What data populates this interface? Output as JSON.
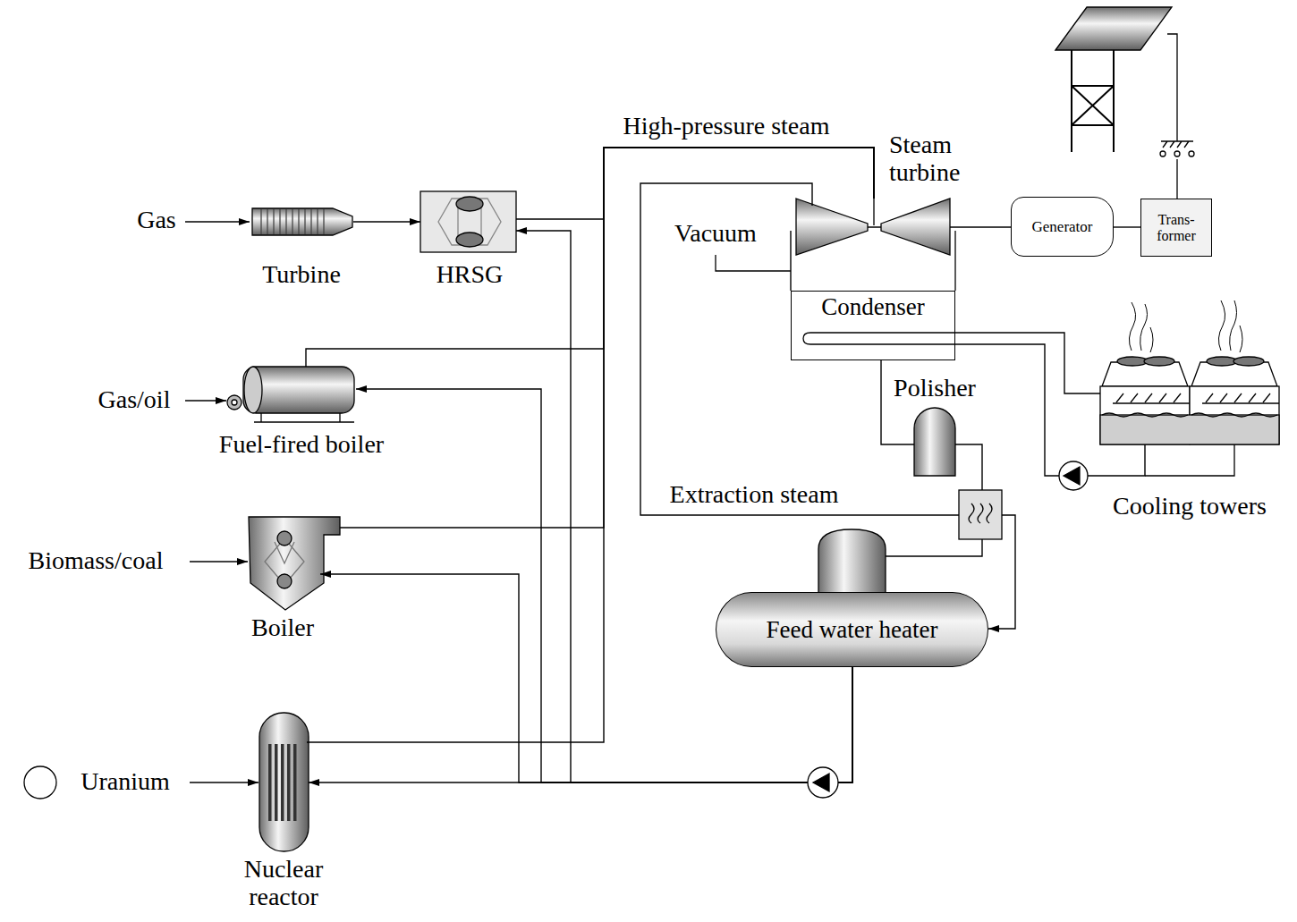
{
  "diagram": {
    "nodes": [
      {
        "text": [
          "Turbine"
        ]
      },
      {
        "text": [
          "HRSG"
        ]
      },
      {
        "text": [
          "Steam turbine"
        ]
      },
      {
        "text": [
          "Generator"
        ]
      },
      {
        "text": [
          "Trans- former"
        ]
      },
      {
        "text": [
          "Condenser"
        ]
      },
      {
        "text": [
          "Polisher"
        ]
      },
      {
        "text": [
          "Fuel-fired boiler"
        ]
      },
      {
        "text": [
          "Cooling towers"
        ]
      },
      {
        "text": [
          "Boiler"
        ]
      },
      {
        "text": [
          "Feed water heater"
        ]
      },
      {
        "text": [
          "Nuclear reactor"
        ]
      }
    ],
    "edges": [
      {
        "from": 0,
        "to": 1,
        "arrow": "to"
      },
      {
        "from": 1,
        "to": 2,
        "arrow": "none"
      },
      {
        "from": 7,
        "to": 2,
        "arrow": "none"
      },
      {
        "from": 9,
        "to": 2,
        "arrow": "none"
      },
      {
        "from": 11,
        "to": 2,
        "arrow": "none"
      },
      {
        "from": 2,
        "to": 3,
        "arrow": "none"
      },
      {
        "from": 3,
        "to": 4,
        "arrow": "none"
      },
      {
        "from": 2,
        "to": 5,
        "arrow": "none"
      },
      {
        "from": 5,
        "to": 6,
        "arrow": "none"
      },
      {
        "from": 6,
        "to": 10,
        "arrow": "none"
      },
      {
        "from": 2,
        "to": 10,
        "arrow": "to"
      },
      {
        "from": 10,
        "to": 11,
        "arrow": "to"
      },
      {
        "from": 10,
        "to": 9,
        "arrow": "to"
      },
      {
        "from": 10,
        "to": 7,
        "arrow": "to"
      },
      {
        "from": 10,
        "to": 1,
        "arrow": "to"
      },
      {
        "from": 5,
        "to": 8,
        "arrow": "none"
      },
      {
        "from": 8,
        "to": 5,
        "arrow": "none"
      }
    ],
    "labels": [
      "Gas",
      "Gas/oil",
      "Biomass/coal",
      "Uranium",
      "High-pressure steam",
      "Vacuum",
      "Extraction steam"
    ]
  }
}
